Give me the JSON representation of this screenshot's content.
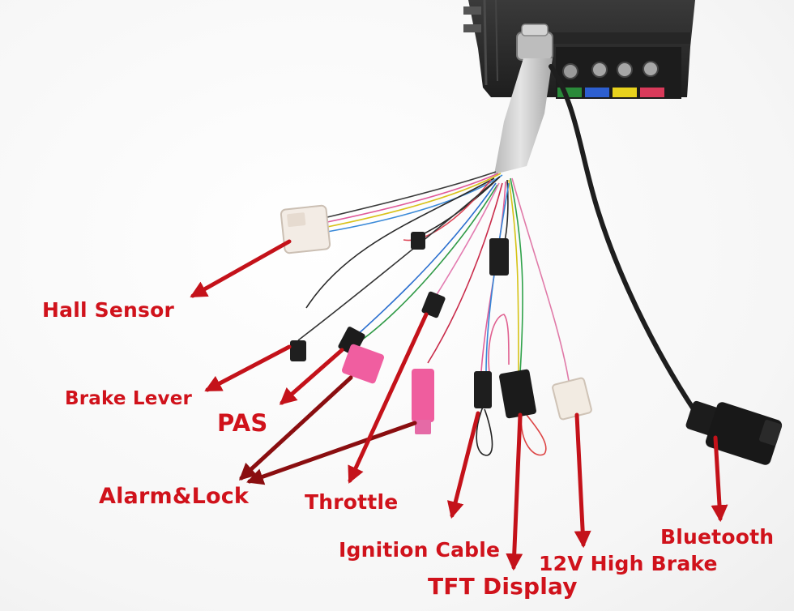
{
  "labels": {
    "hall_sensor": "Hall Sensor",
    "brake_lever": "Brake Lever",
    "pas": "PAS",
    "alarm_lock": "Alarm&Lock",
    "throttle": "Throttle",
    "ignition_cable": "Ignition Cable",
    "tft_display": "TFT Display",
    "high_brake_12v": "12V High Brake",
    "bluetooth": "Bluetooth"
  },
  "colors": {
    "label_text": "#d0121b",
    "arrow": "#c4121a",
    "arrow_dark": "#8a0e10",
    "controller_body": "#2b2b2b",
    "cable_sheath": "#cfcfcf"
  },
  "terminal_color_tabs": [
    "#2a8a3a",
    "#2d5fd0",
    "#e8d21d",
    "#d93a5a"
  ]
}
